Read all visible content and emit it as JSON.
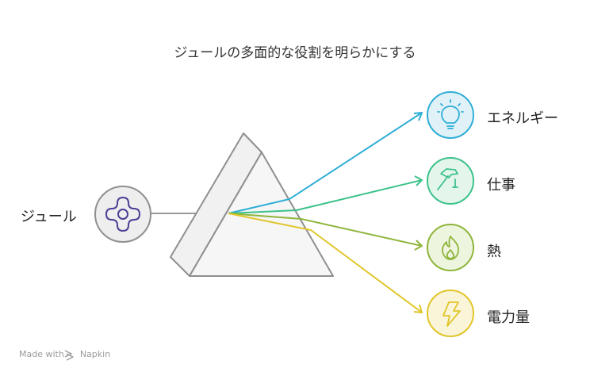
{
  "title": "ジュールの多面的な役割を明らかにする",
  "source": {
    "label": "ジュール"
  },
  "outputs": [
    {
      "label": "エネルギー",
      "icon": "lightbulb-icon",
      "color": "#2eaed6"
    },
    {
      "label": "仕事",
      "icon": "hammer-icon",
      "color": "#3cc28a"
    },
    {
      "label": "熱",
      "icon": "flame-icon",
      "color": "#8fb53b"
    },
    {
      "label": "電力量",
      "icon": "lightning-icon",
      "color": "#e0c62a"
    }
  ],
  "watermark": {
    "made_with": "Made with",
    "brand": "Napkin"
  }
}
